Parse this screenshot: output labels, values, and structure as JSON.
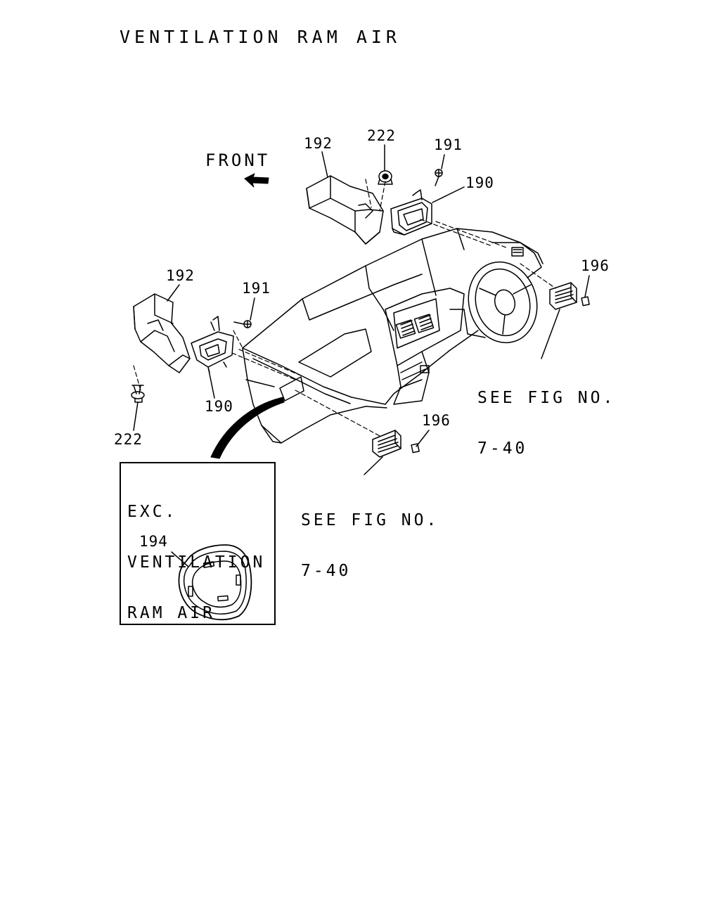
{
  "title": "VENTILATION RAM AIR",
  "direction_label": "FRONT",
  "callouts": {
    "c192_top": "192",
    "c222_top": "222",
    "c191_top": "191",
    "c190_top": "190",
    "c196_right": "196",
    "c192_left": "192",
    "c191_left": "191",
    "c190_left": "190",
    "c222_left": "222",
    "c196_bottom": "196",
    "c194": "194"
  },
  "references": {
    "right": [
      "SEE FIG NO.",
      "7-40"
    ],
    "bottom": [
      "SEE FIG NO.",
      "7-40"
    ]
  },
  "inset": {
    "lines": [
      "EXC.",
      "VENTILATION",
      "RAM AIR"
    ]
  }
}
